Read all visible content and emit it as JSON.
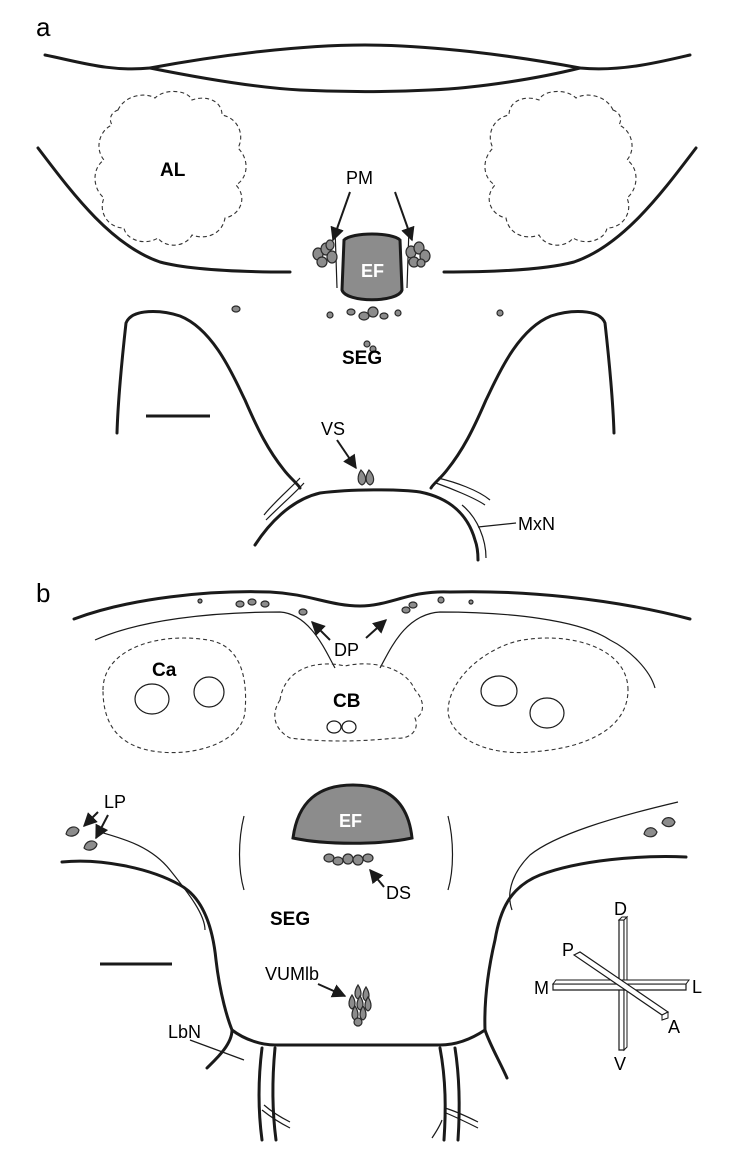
{
  "panel_a": {
    "letter": "a",
    "labels": {
      "al": "AL",
      "pm": "PM",
      "ef": "EF",
      "seg": "SEG",
      "vs": "VS",
      "mxn": "MxN"
    }
  },
  "panel_b": {
    "letter": "b",
    "labels": {
      "dp": "DP",
      "ca": "Ca",
      "cb": "CB",
      "lp": "LP",
      "ef": "EF",
      "ds": "DS",
      "seg": "SEG",
      "vumlb": "VUMlb",
      "lbn": "LbN"
    },
    "axes": {
      "d": "D",
      "v": "V",
      "p": "P",
      "a": "A",
      "m": "M",
      "l": "L"
    }
  }
}
